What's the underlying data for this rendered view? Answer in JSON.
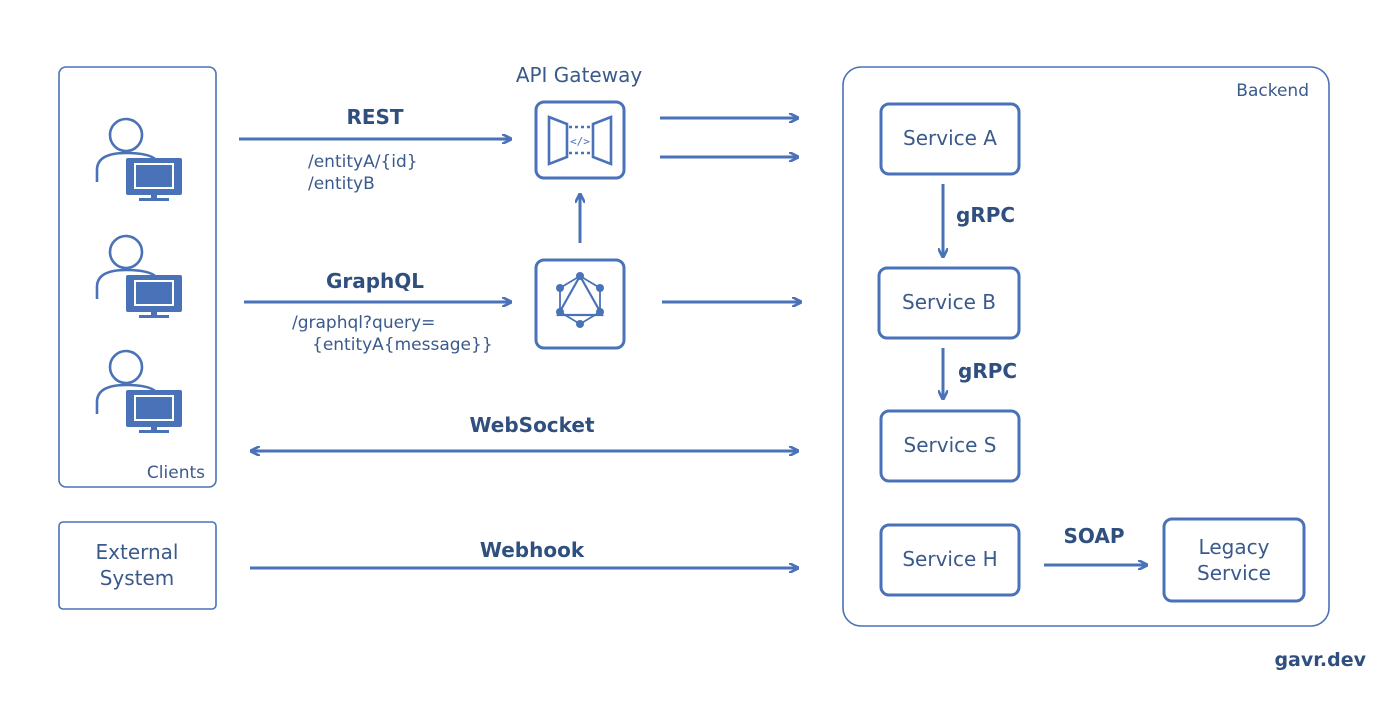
{
  "gateway": {
    "title": "API Gateway"
  },
  "clients": {
    "label": "Clients"
  },
  "external": {
    "line1": "External",
    "line2": "System"
  },
  "backend": {
    "label": "Backend",
    "services": {
      "a": "Service A",
      "b": "Service B",
      "s": "Service S",
      "h": "Service H"
    },
    "legacy": {
      "line1": "Legacy",
      "line2": "Service"
    },
    "links": {
      "a_to_b": "gRPC",
      "b_to_s": "gRPC",
      "h_to_legacy": "SOAP"
    }
  },
  "connections": {
    "rest": {
      "label": "REST",
      "path1": "/entityA/{id}",
      "path2": "/entityB"
    },
    "graphql": {
      "label": "GraphQL",
      "path1": "/graphql?query=",
      "path2": "{entityA{message}}"
    },
    "websocket": {
      "label": "WebSocket"
    },
    "webhook": {
      "label": "Webhook"
    }
  },
  "icons": {
    "gateway": "api-gateway-code-icon",
    "graphql": "graphql-logo-icon",
    "client": "user-with-monitor-icon"
  },
  "colors": {
    "primary": "#4a72b8",
    "text": "#3a5a8c",
    "bold_text": "#2f4f7e"
  },
  "footer": {
    "credit": "gavr.dev"
  }
}
